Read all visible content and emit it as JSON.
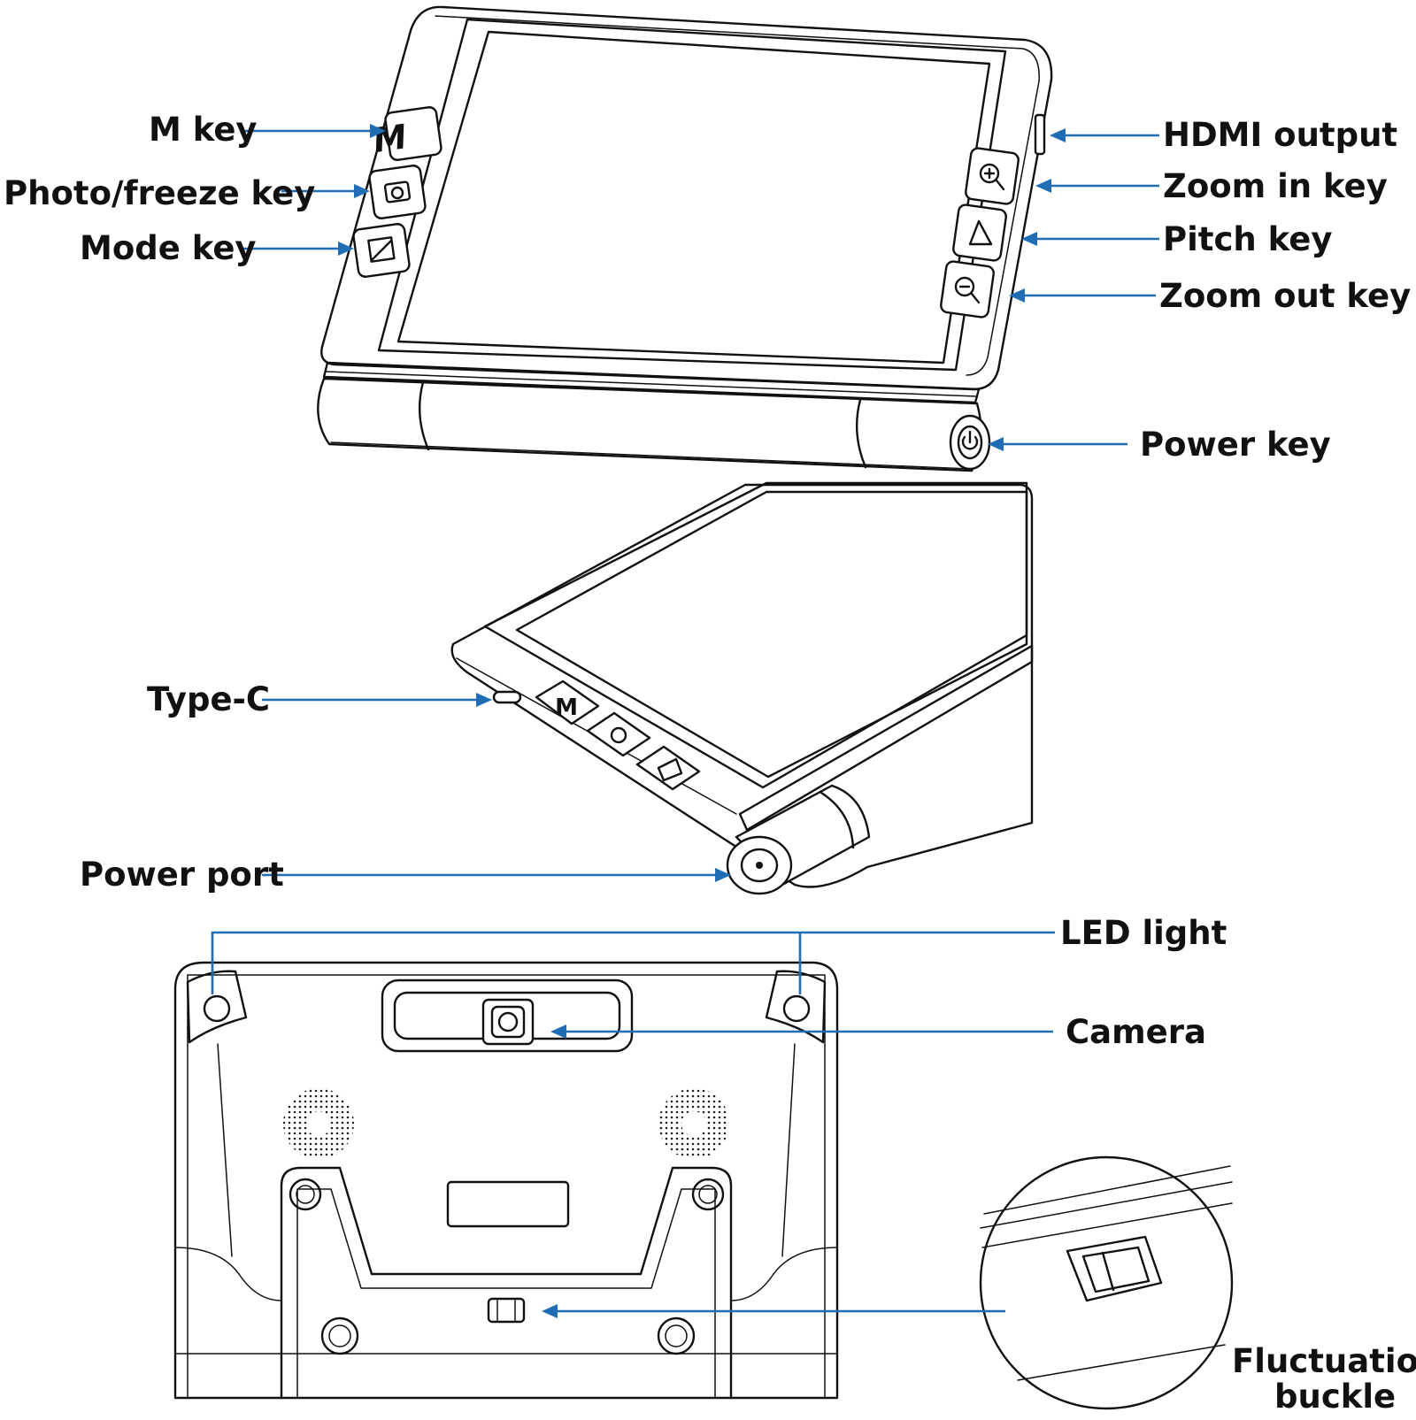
{
  "colors": {
    "leader": "#1f6db5",
    "line": "#111111",
    "background": "#ffffff"
  },
  "labels": {
    "m_key": "M key",
    "photo_freeze_key": "Photo/freeze key",
    "mode_key": "Mode key",
    "hdmi_output": "HDMI output",
    "zoom_in_key": "Zoom in key",
    "pitch_key": "Pitch key",
    "zoom_out_key": "Zoom out key",
    "power_key": "Power key",
    "type_c": "Type-C",
    "power_port": "Power port",
    "led_light": "LED light",
    "camera": "Camera",
    "fluctuation_buckle_line1": "Fluctuation",
    "fluctuation_buckle_line2": "buckle"
  },
  "key_glyphs": {
    "m": "M",
    "m2": "M"
  },
  "icons": [
    "camera-icon",
    "mode-icon",
    "zoom-in-icon",
    "pitch-icon",
    "zoom-out-icon",
    "power-icon"
  ]
}
